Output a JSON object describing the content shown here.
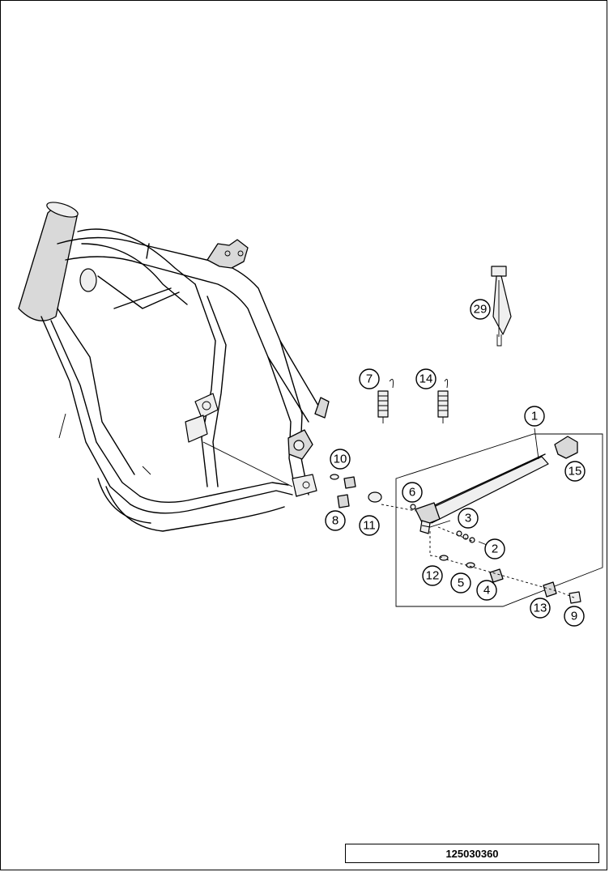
{
  "diagram": {
    "callouts": [
      "1",
      "2",
      "3",
      "4",
      "5",
      "6",
      "7",
      "8",
      "9",
      "10",
      "11",
      "12",
      "13",
      "14",
      "15",
      "29"
    ]
  },
  "footer": {
    "drawing_number": "125030360"
  }
}
